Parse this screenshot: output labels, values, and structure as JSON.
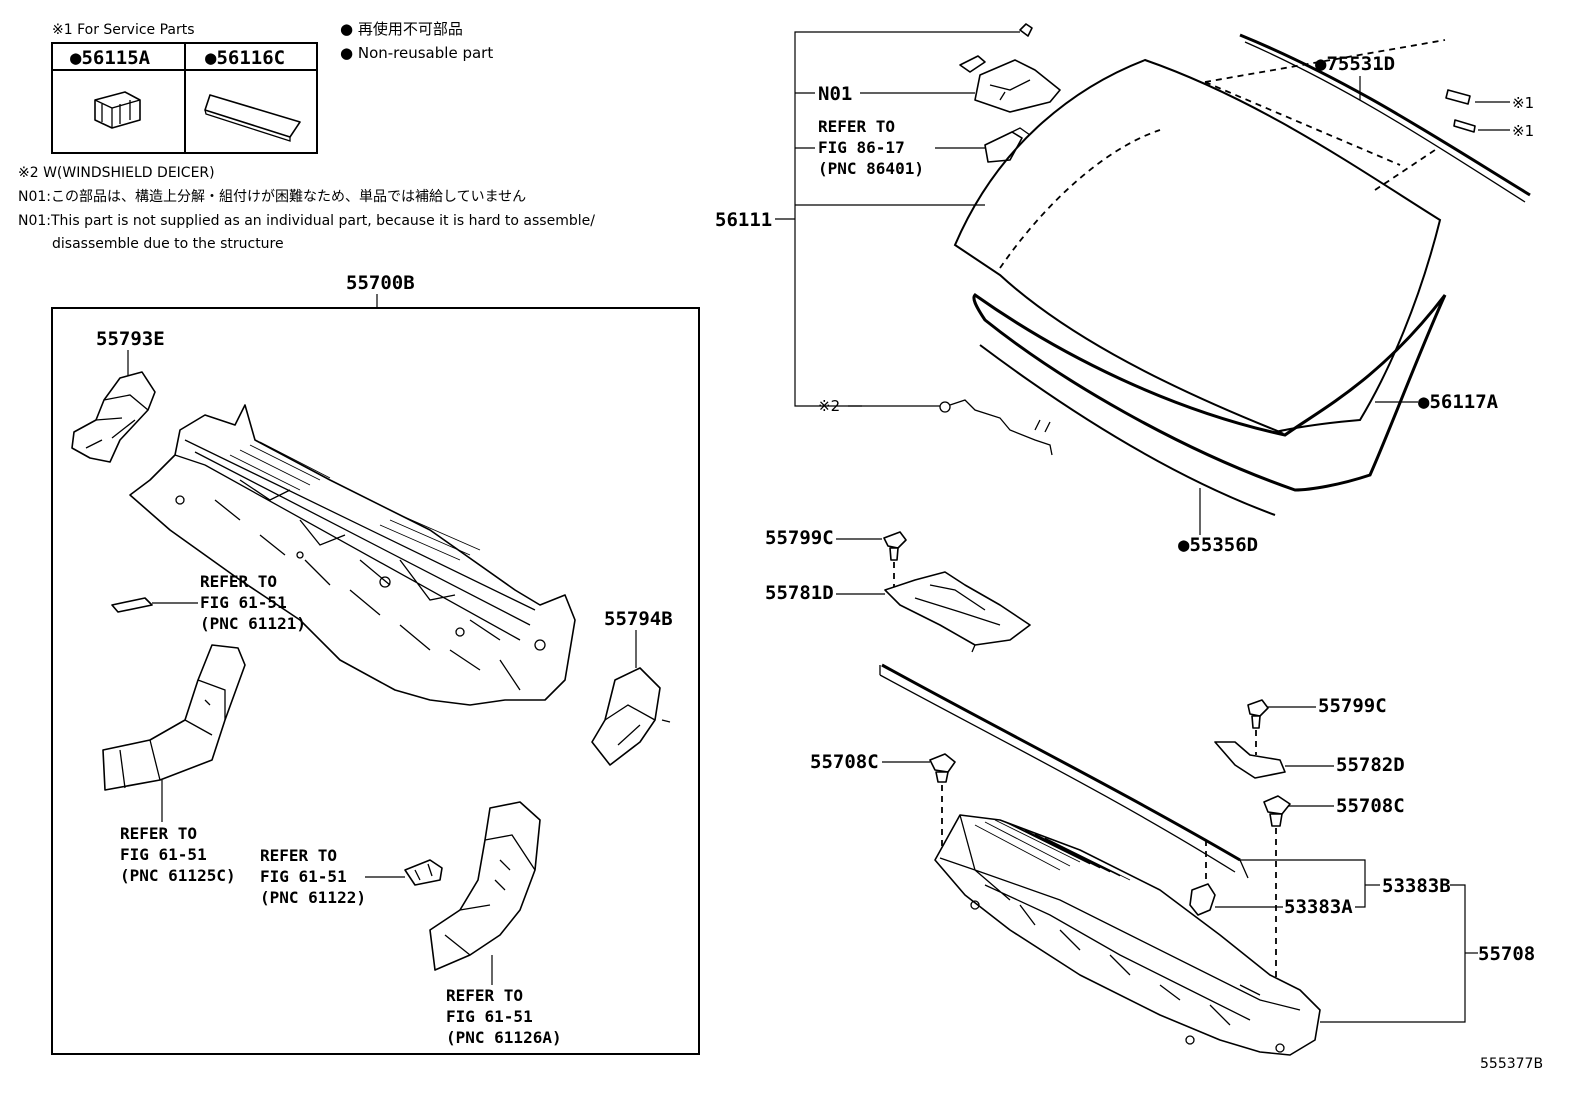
{
  "legend": {
    "service_note": "※1 For Service Parts",
    "service_parts": [
      "●56115A",
      "●56116C"
    ],
    "nonreuse_jp": "● 再使用不可部品",
    "nonreuse_en": "● Non-reusable part",
    "note2": "※2 W(WINDSHIELD DEICER)",
    "n01_jp": "N01:この部品は、構造上分解・組付けが困難なため、単品では補給していません",
    "n01_en_1": "N01:This part is not supplied as an individual part, because it is hard to assemble/",
    "n01_en_2": "disassemble due to the structure"
  },
  "labels": {
    "p55700B": "55700B",
    "p55793E": "55793E",
    "p55794B": "55794B",
    "p56111": "56111",
    "n01": "N01",
    "p75531D": "●75531D",
    "star1a": "※1",
    "star1b": "※1",
    "star2": "※2",
    "p56117A": "●56117A",
    "p55356D": "●55356D",
    "p55799C_a": "55799C",
    "p55781D": "55781D",
    "p55799C_b": "55799C",
    "p55782D": "55782D",
    "p55708C_a": "55708C",
    "p55708C_b": "55708C",
    "p53383B": "53383B",
    "p53383A": "53383A",
    "p55708": "55708",
    "code": "555377B"
  },
  "refs": {
    "r8617": [
      "REFER TO",
      "FIG 86-17",
      "(PNC 86401)"
    ],
    "r61121": [
      "REFER TO",
      "FIG 61-51",
      "(PNC 61121)"
    ],
    "r61125C": [
      "REFER TO",
      "FIG 61-51",
      "(PNC 61125C)"
    ],
    "r61122": [
      "REFER TO",
      "FIG 61-51",
      "(PNC 61122)"
    ],
    "r61126A": [
      "REFER TO",
      "FIG 61-51",
      "(PNC 61126A)"
    ]
  }
}
